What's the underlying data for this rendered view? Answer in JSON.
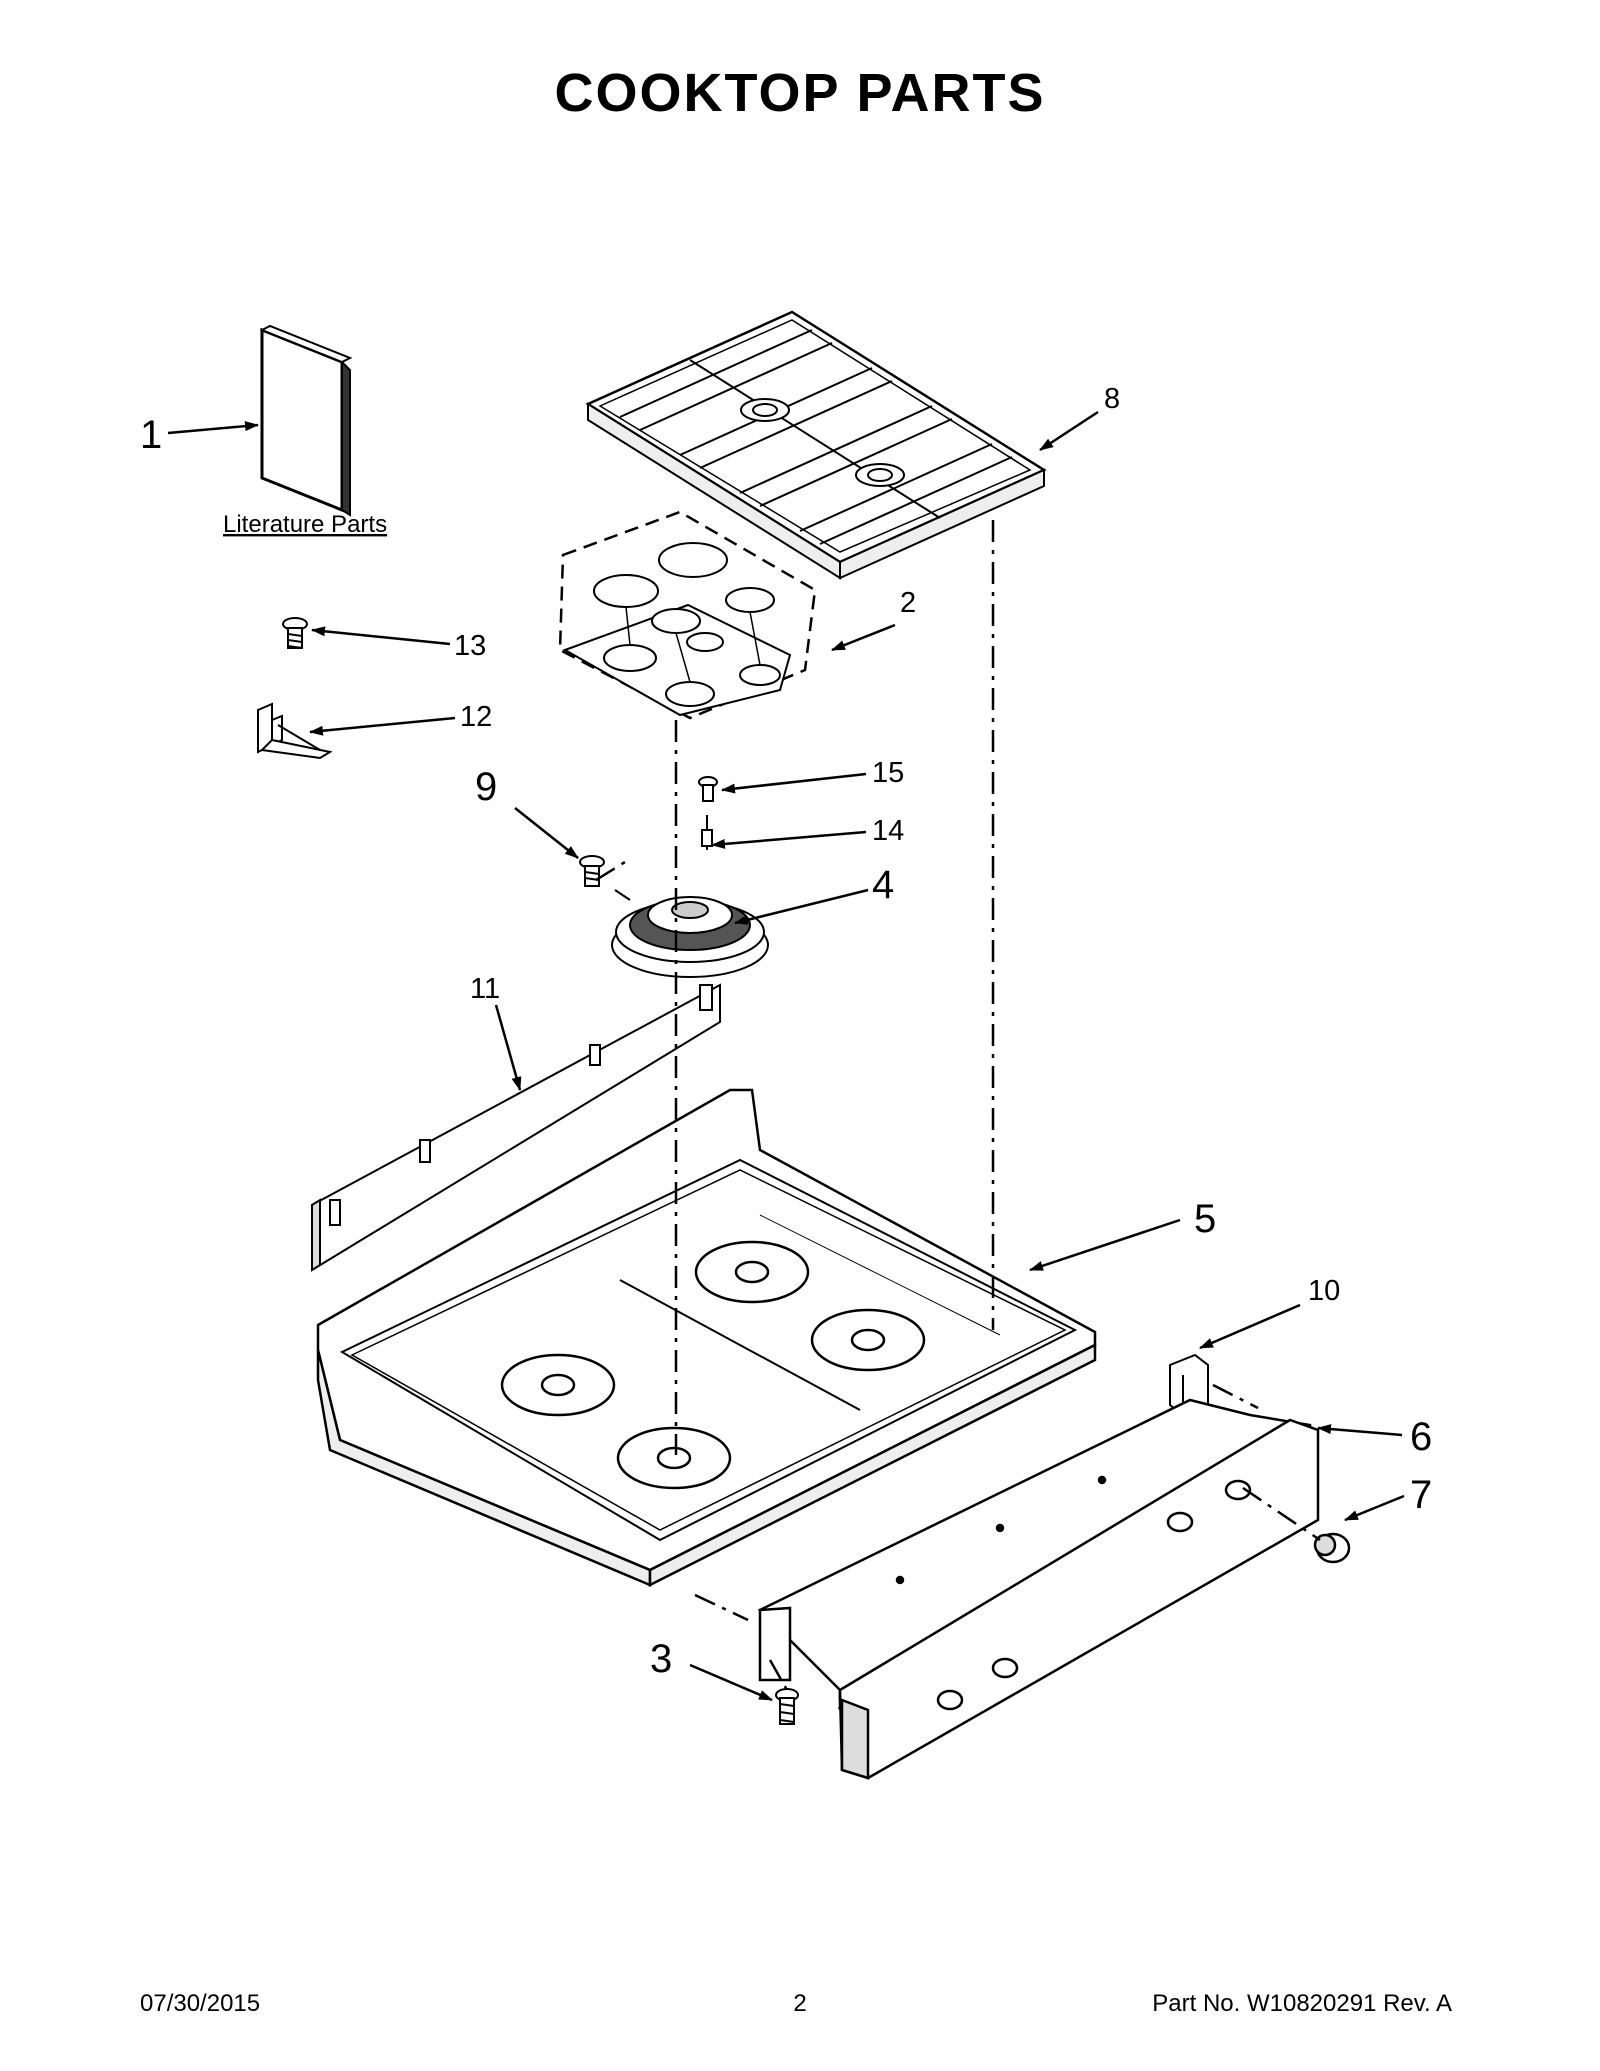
{
  "title": "COOKTOP  PARTS",
  "literature_label": "Literature Parts",
  "callouts": {
    "c1": "1",
    "c2": "2",
    "c3": "3",
    "c4": "4",
    "c5": "5",
    "c6": "6",
    "c7": "7",
    "c8": "8",
    "c9": "9",
    "c10": "10",
    "c11": "11",
    "c12": "12",
    "c13": "13",
    "c14": "14",
    "c15": "15"
  },
  "footer": {
    "date": "07/30/2015",
    "page": "2",
    "part_no": "Part No.  W10820291  Rev.  A"
  },
  "colors": {
    "line": "#000000",
    "part_fill": "#ffffff",
    "shade": "#dcdcdc",
    "background": "#ffffff"
  }
}
